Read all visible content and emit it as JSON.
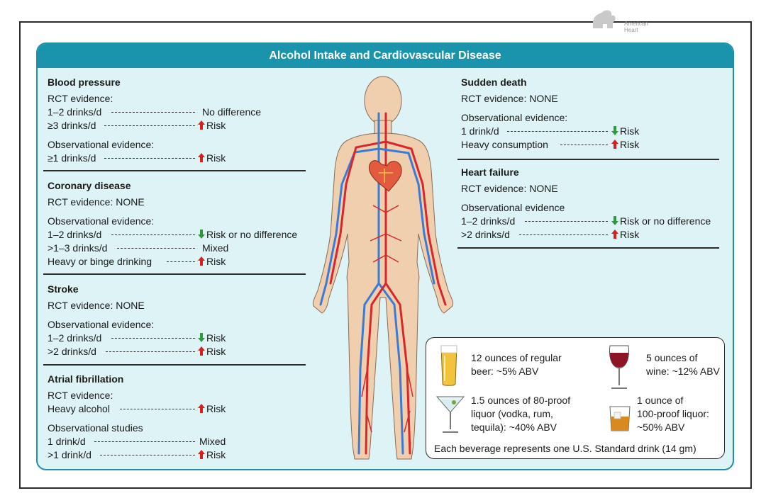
{
  "logo": {
    "text": "American\nHeart"
  },
  "title": "Alcohol Intake and Cardiovascular Disease",
  "blood_pressure": {
    "heading": "Blood pressure",
    "rct_label": "RCT evidence:",
    "row1_dose": "1–2 drinks/d",
    "row1_result": "No difference",
    "row2_dose": "≥3 drinks/d",
    "row2_result": "Risk",
    "obs_label": "Observational evidence:",
    "row3_dose": "≥1 drinks/d",
    "row3_result": "Risk"
  },
  "coronary": {
    "heading": "Coronary disease",
    "rct_label": "RCT evidence: NONE",
    "obs_label": "Observational evidence:",
    "row1_dose": "1–2 drinks/d",
    "row1_result": "Risk or no difference",
    "row2_dose": ">1–3 drinks/d",
    "row2_result": "Mixed",
    "row3_dose": "Heavy or binge drinking",
    "row3_result": "Risk"
  },
  "stroke": {
    "heading": "Stroke",
    "rct_label": "RCT evidence: NONE",
    "obs_label": "Observational evidence:",
    "row1_dose": "1–2 drinks/d",
    "row1_result": "Risk",
    "row2_dose": ">2 drinks/d",
    "row2_result": "Risk"
  },
  "afib": {
    "heading": "Atrial fibrillation",
    "rct_label": "RCT evidence:",
    "row1_dose": "Heavy alcohol",
    "row1_result": "Risk",
    "obs_label": "Observational studies",
    "row2_dose": "1 drink/d",
    "row2_result": "Mixed",
    "row3_dose": ">1 drink/d",
    "row3_result": "Risk"
  },
  "sudden_death": {
    "heading": "Sudden death",
    "rct_label": "RCT evidence: NONE",
    "obs_label": "Observational evidence:",
    "row1_dose": "1 drink/d",
    "row1_result": "Risk",
    "row2_dose": "Heavy consumption",
    "row2_result": "Risk"
  },
  "heart_failure": {
    "heading": "Heart failure",
    "rct_label": "RCT evidence: NONE",
    "obs_label": "Observational evidence",
    "row1_dose": "1–2 drinks/d",
    "row1_result": "Risk or no difference",
    "row2_dose": ">2 drinks/d",
    "row2_result": "Risk"
  },
  "beverages": {
    "beer": "12 ounces of regular\nbeer: ~5% ABV",
    "wine": "5 ounces of\nwine: ~12% ABV",
    "liquor80": "1.5 ounces of 80-proof\nliquor (vodka, rum,\ntequila): ~40% ABV",
    "liquor100": "1 ounce of\n100-proof liquor:\n~50% ABV",
    "footer": "Each beverage represents one U.S. Standard drink (14 gm)"
  },
  "colors": {
    "header": "#1a93ad",
    "panel": "#ddf3f6",
    "up_arrow": "#d81e1e",
    "down_arrow": "#2e9a3e"
  }
}
